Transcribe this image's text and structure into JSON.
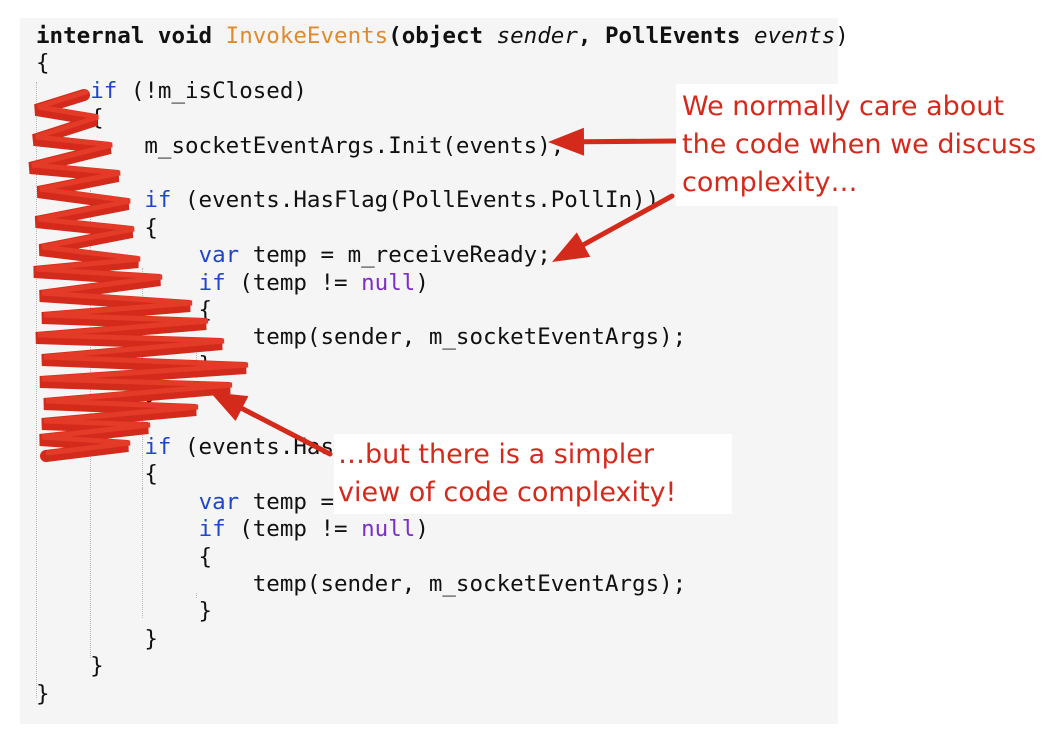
{
  "code": {
    "lines": [
      [
        {
          "t": "internal void ",
          "c": "tok-keyword-bold"
        },
        {
          "t": "InvokeEvents",
          "c": "tok-method"
        },
        {
          "t": "(",
          "c": "tok-keyword-bold"
        },
        {
          "t": "object ",
          "c": "tok-keyword-bold"
        },
        {
          "t": "sender",
          "c": "tok-param"
        },
        {
          "t": ", ",
          "c": "tok-keyword-bold"
        },
        {
          "t": "PollEvents ",
          "c": "tok-keyword-bold"
        },
        {
          "t": "events",
          "c": "tok-param"
        },
        {
          "t": ")",
          "c": "tok-plain"
        }
      ],
      [
        {
          "t": "{",
          "c": "tok-plain"
        }
      ],
      [
        {
          "t": "    ",
          "c": "tok-plain"
        },
        {
          "t": "if",
          "c": "tok-keyword"
        },
        {
          "t": " (!m_isClosed)",
          "c": "tok-plain"
        }
      ],
      [
        {
          "t": "    {",
          "c": "tok-plain"
        }
      ],
      [
        {
          "t": "        m_socketEventArgs.Init(events);",
          "c": "tok-plain"
        }
      ],
      [
        {
          "t": "",
          "c": "tok-plain"
        }
      ],
      [
        {
          "t": "        ",
          "c": "tok-plain"
        },
        {
          "t": "if",
          "c": "tok-keyword"
        },
        {
          "t": " (events.HasFlag(PollEvents.PollIn))",
          "c": "tok-plain"
        }
      ],
      [
        {
          "t": "        {",
          "c": "tok-plain"
        }
      ],
      [
        {
          "t": "            ",
          "c": "tok-plain"
        },
        {
          "t": "var",
          "c": "tok-keyword"
        },
        {
          "t": " temp = m_receiveReady;",
          "c": "tok-plain"
        }
      ],
      [
        {
          "t": "            ",
          "c": "tok-plain"
        },
        {
          "t": "if",
          "c": "tok-keyword"
        },
        {
          "t": " (temp != ",
          "c": "tok-plain"
        },
        {
          "t": "null",
          "c": "tok-literal"
        },
        {
          "t": ")",
          "c": "tok-plain"
        }
      ],
      [
        {
          "t": "            {",
          "c": "tok-plain"
        }
      ],
      [
        {
          "t": "                temp(sender, m_socketEventArgs);",
          "c": "tok-plain"
        }
      ],
      [
        {
          "t": "            }",
          "c": "tok-plain"
        }
      ],
      [
        {
          "t": "        }",
          "c": "tok-plain"
        }
      ],
      [
        {
          "t": "",
          "c": "tok-plain"
        }
      ],
      [
        {
          "t": "        ",
          "c": "tok-plain"
        },
        {
          "t": "if",
          "c": "tok-keyword"
        },
        {
          "t": " (events.HasF",
          "c": "tok-plain"
        }
      ],
      [
        {
          "t": "        {",
          "c": "tok-plain"
        }
      ],
      [
        {
          "t": "            ",
          "c": "tok-plain"
        },
        {
          "t": "var",
          "c": "tok-keyword"
        },
        {
          "t": " temp =",
          "c": "tok-plain"
        }
      ],
      [
        {
          "t": "            ",
          "c": "tok-plain"
        },
        {
          "t": "if",
          "c": "tok-keyword"
        },
        {
          "t": " (temp != ",
          "c": "tok-plain"
        },
        {
          "t": "null",
          "c": "tok-literal"
        },
        {
          "t": ")",
          "c": "tok-plain"
        }
      ],
      [
        {
          "t": "            {",
          "c": "tok-plain"
        }
      ],
      [
        {
          "t": "                temp(sender, m_socketEventArgs);",
          "c": "tok-plain"
        }
      ],
      [
        {
          "t": "            }",
          "c": "tok-plain"
        }
      ],
      [
        {
          "t": "        }",
          "c": "tok-plain"
        }
      ],
      [
        {
          "t": "    }",
          "c": "tok-plain"
        }
      ],
      [
        {
          "t": "}",
          "c": "tok-plain"
        }
      ]
    ]
  },
  "callouts": {
    "top": [
      "We normally care about",
      "the code when we discuss",
      "complexity…"
    ],
    "bottom": [
      "…but there is a simpler",
      "view of code complexity!"
    ]
  },
  "colors": {
    "annotation": "#d42a1c",
    "keyword": "#1f46c9",
    "method": "#e08a2c",
    "literal": "#7a2fc9",
    "panel": "#f5f5f5"
  }
}
